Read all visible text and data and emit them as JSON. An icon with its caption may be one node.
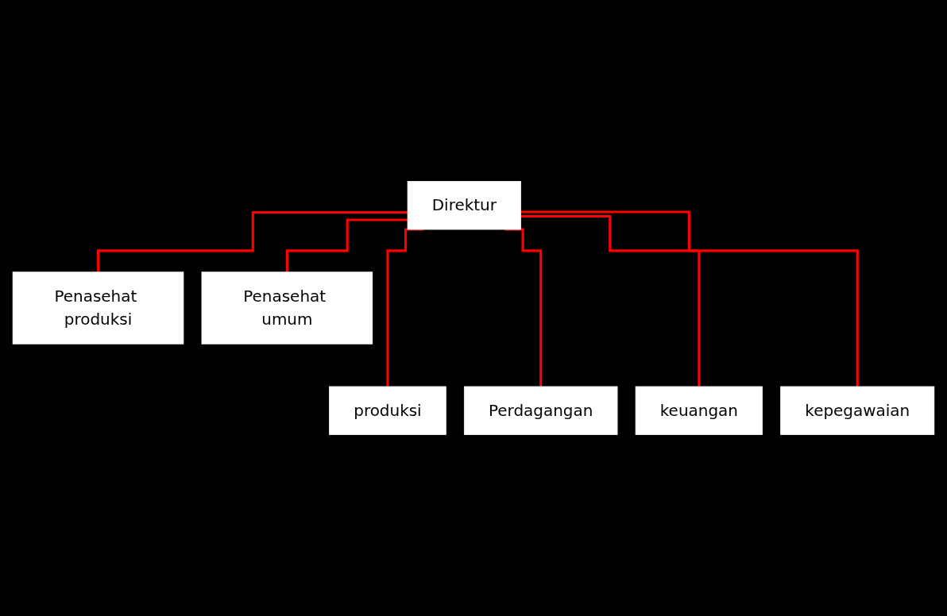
{
  "diagram": {
    "nodes": [
      {
        "text": [
          "Direktur"
        ]
      },
      {
        "text": [
          "Penasehat produksi"
        ]
      },
      {
        "text": [
          "Penasehat umum"
        ]
      },
      {
        "text": [
          "produksi"
        ]
      },
      {
        "text": [
          "Perdagangan"
        ]
      },
      {
        "text": [
          "keuangan"
        ]
      },
      {
        "text": [
          "kepegawaian"
        ]
      }
    ],
    "edges": [
      {
        "from": 0,
        "to": 1,
        "arrow": "none"
      },
      {
        "from": 0,
        "to": 2,
        "arrow": "none"
      },
      {
        "from": 0,
        "to": 3,
        "arrow": "none"
      },
      {
        "from": 0,
        "to": 4,
        "arrow": "none"
      },
      {
        "from": 0,
        "to": 5,
        "arrow": "none"
      },
      {
        "from": 0,
        "to": 6,
        "arrow": "none"
      }
    ]
  }
}
